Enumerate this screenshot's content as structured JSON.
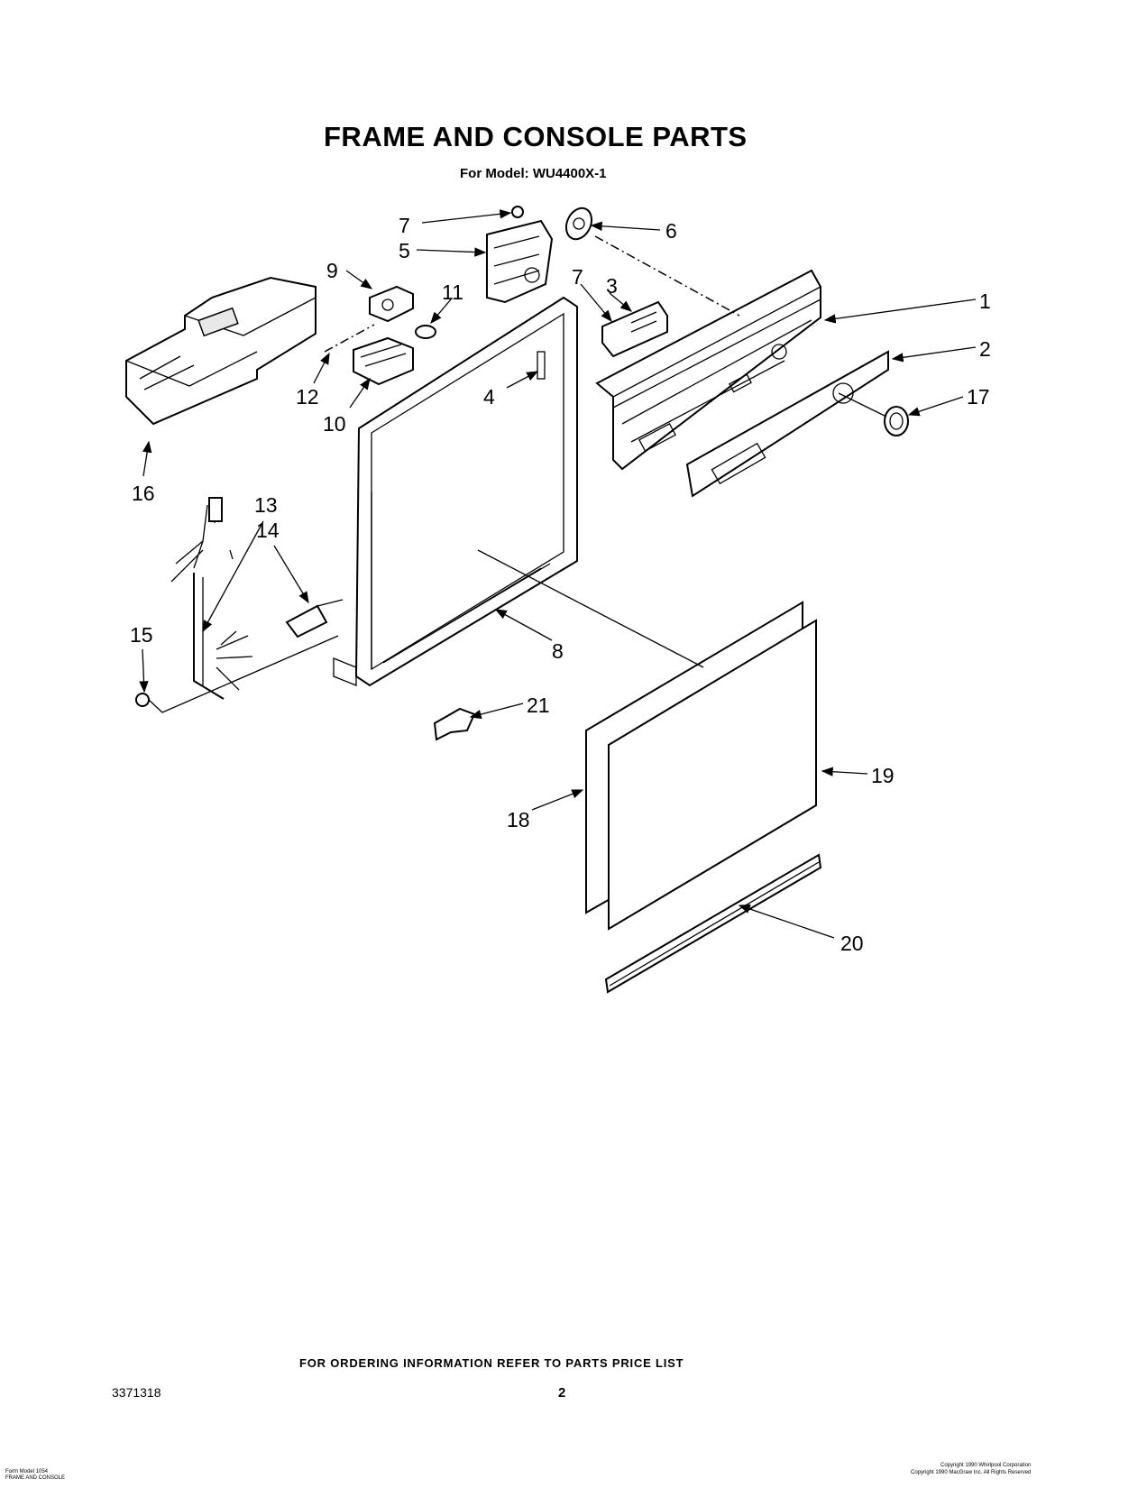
{
  "title": "FRAME AND CONSOLE PARTS",
  "subtitle": "For Model: WU4400X-1",
  "footer_note": "FOR ORDERING INFORMATION REFER TO PARTS PRICE LIST",
  "document_number": "3371318",
  "page_number": "2",
  "small_print_left": "Form Model 1054\nFRAME AND CONSOLE",
  "small_print_right": "Copyright 1990 Whirlpool Corporation\nCopyright 1990 MacGraw Inc. All Rights Reserved",
  "callouts": {
    "c1": "1",
    "c2": "2",
    "c3": "3",
    "c4": "4",
    "c5": "5",
    "c6": "6",
    "c7a": "7",
    "c7b": "7",
    "c8": "8",
    "c9": "9",
    "c10": "10",
    "c11": "11",
    "c12": "12",
    "c13": "13",
    "c14": "14",
    "c15": "15",
    "c16": "16",
    "c17": "17",
    "c18": "18",
    "c19": "19",
    "c20": "20",
    "c21": "21"
  }
}
